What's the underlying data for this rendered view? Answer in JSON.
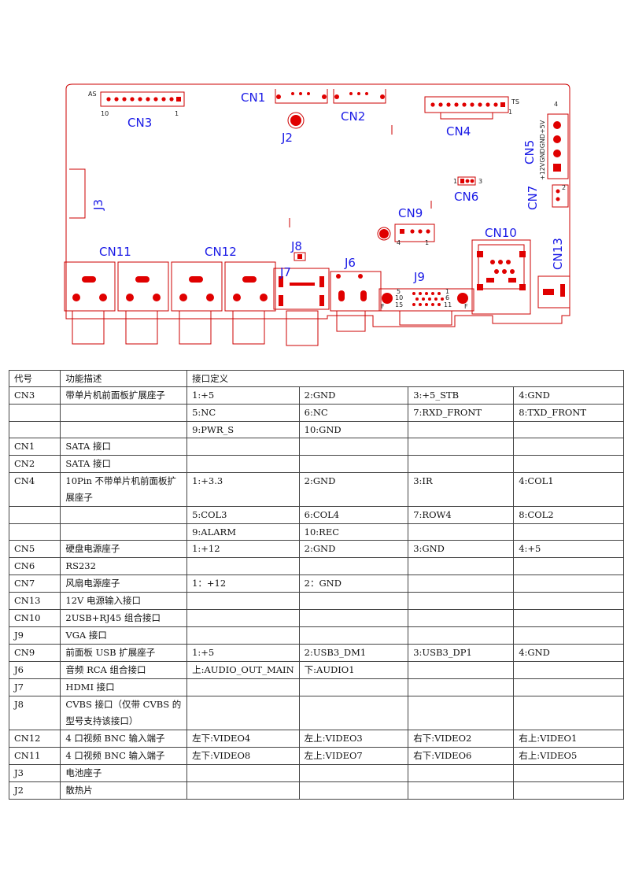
{
  "diagram": {
    "labels": {
      "cn3": "CN3",
      "cn1": "CN1",
      "cn2": "CN2",
      "cn4": "CN4",
      "cn5": "CN5",
      "cn6": "CN6",
      "cn7": "CN7",
      "cn9": "CN9",
      "cn10": "CN10",
      "cn11": "CN11",
      "cn12": "CN12",
      "cn13": "CN13",
      "j2": "J2",
      "j3": "J3",
      "j6": "J6",
      "j7": "J7",
      "j8": "J8",
      "j9": "J9"
    },
    "pin_marks": {
      "cn3_as": "AS",
      "cn3_10": "10",
      "cn3_1": "1",
      "cn4_ts": "TS",
      "cn4_1": "1",
      "cn5_pins": "+12VGNDGND+5V",
      "cn5_4": "4",
      "cn6_1": "1",
      "cn6_3": "3",
      "cn7_2": "2",
      "cn9_4": "4",
      "cn9_1": "1",
      "j9_5": "5",
      "j9_1": "1",
      "j9_10": "10",
      "j9_6": "6",
      "j9_15": "15",
      "j9_11": "11",
      "j9_f1": "F",
      "j9_f2": "F"
    },
    "colors": {
      "outline": "#cc0000",
      "label": "#1a1ae6",
      "pad": "#e00000"
    }
  },
  "table": {
    "header": [
      "代号",
      "功能描述",
      "接口定义"
    ],
    "rows": [
      [
        "CN3",
        "带单片机前面板扩展座子",
        "1:+5",
        "2:GND",
        "3:+5_STB",
        "4:GND"
      ],
      [
        "",
        "",
        "5:NC",
        "6:NC",
        "7:RXD_FRONT",
        "8:TXD_FRONT"
      ],
      [
        "",
        "",
        "9:PWR_S",
        "10:GND",
        "",
        ""
      ],
      [
        "CN1",
        "SATA 接口",
        "",
        "",
        "",
        ""
      ],
      [
        "CN2",
        "SATA 接口",
        "",
        "",
        "",
        ""
      ],
      [
        "CN4",
        "10Pin 不带单片机前面板扩展座子",
        "1:+3.3",
        "2:GND",
        "3:IR",
        "4:COL1"
      ],
      [
        "",
        "",
        "5:COL3",
        "6:COL4",
        "7:ROW4",
        "8:COL2"
      ],
      [
        "",
        "",
        "9:ALARM",
        "10:REC",
        "",
        ""
      ],
      [
        "CN5",
        "硬盘电源座子",
        "1:+12",
        "2:GND",
        "3:GND",
        "4:+5"
      ],
      [
        "CN6",
        "RS232",
        "",
        "",
        "",
        ""
      ],
      [
        "CN7",
        "风扇电源座子",
        "1：+12",
        "2：GND",
        "",
        ""
      ],
      [
        "CN13",
        "12V 电源输入接口",
        "",
        "",
        "",
        ""
      ],
      [
        "CN10",
        "2USB+RJ45 组合接口",
        "",
        "",
        "",
        ""
      ],
      [
        "J9",
        "VGA 接口",
        "",
        "",
        "",
        ""
      ],
      [
        "CN9",
        "前面板 USB 扩展座子",
        "1:+5",
        "2:USB3_DM1",
        "3:USB3_DP1",
        "4:GND"
      ],
      [
        "J6",
        "音频 RCA 组合接口",
        "上:AUDIO_OUT_MAIN",
        "下:AUDIO1",
        "",
        ""
      ],
      [
        "J7",
        "HDMI 接口",
        "",
        "",
        "",
        ""
      ],
      [
        "J8",
        "CVBS 接口（仅带 CVBS 的型号支持该接口）",
        "",
        "",
        "",
        ""
      ],
      [
        "CN12",
        "4 口视频 BNC 输入端子",
        "左下:VIDEO4",
        "左上:VIDEO3",
        "右下:VIDEO2",
        "右上:VIDEO1"
      ],
      [
        "CN11",
        "4 口视频 BNC 输入端子",
        "左下:VIDEO8",
        "左上:VIDEO7",
        "右下:VIDEO6",
        "右上:VIDEO5"
      ],
      [
        "J3",
        "电池座子",
        "",
        "",
        "",
        ""
      ],
      [
        "J2",
        "散热片",
        "",
        "",
        "",
        ""
      ]
    ]
  }
}
